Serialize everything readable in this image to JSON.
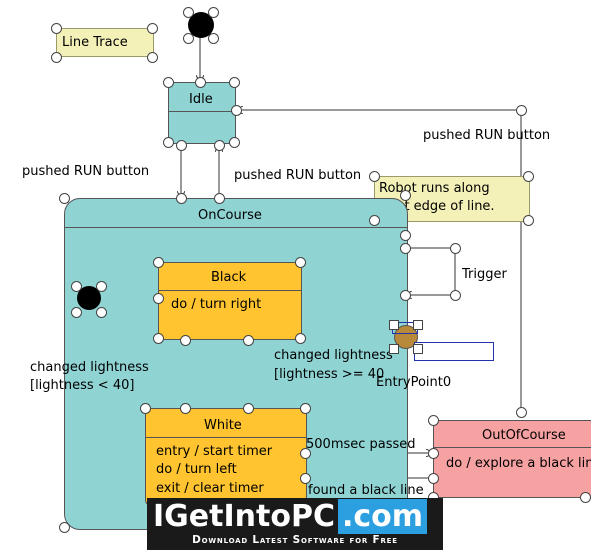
{
  "notes": {
    "line_trace": "Line Trace",
    "robot_note_1": "Robot runs along",
    "robot_note_2": "right edge of line."
  },
  "states": {
    "idle": "Idle",
    "on_course": "OnCourse",
    "black": {
      "title": "Black",
      "action": "do / turn right"
    },
    "white": {
      "title": "White",
      "actions": [
        "entry / start timer",
        "do / turn left",
        "exit / clear timer"
      ]
    },
    "out_of_course": {
      "title": "OutOfCourse",
      "action": "do / explore a black lin"
    }
  },
  "transitions": {
    "pushed_run_left": "pushed RUN button",
    "pushed_run_mid": "pushed RUN button",
    "pushed_run_right": "pushed RUN button",
    "trigger": "Trigger",
    "changed_lightness_left_1": "changed lightness",
    "changed_lightness_left_2": "[lightness < 40]",
    "changed_lightness_right_1": "changed lightness",
    "changed_lightness_right_2": "[lightness >= 40",
    "entry_point": "EntryPoint0",
    "msec_passed": "500msec passed",
    "found_black": "found a black line"
  },
  "watermark": {
    "brand_i": "I",
    "brand_get": "Get",
    "brand_into": "Into",
    "brand_pc": "PC",
    "brand_dotcom": ".com",
    "tagline": "Download Latest Software for Free"
  },
  "colors": {
    "state_teal": "#8fd3d3",
    "state_yellow": "#ffc430",
    "state_pink": "#f7a2a2",
    "note_yellow": "#f4f1b8",
    "watermark_bg": "#1a1a1a",
    "watermark_blue": "#2b9fe0"
  }
}
